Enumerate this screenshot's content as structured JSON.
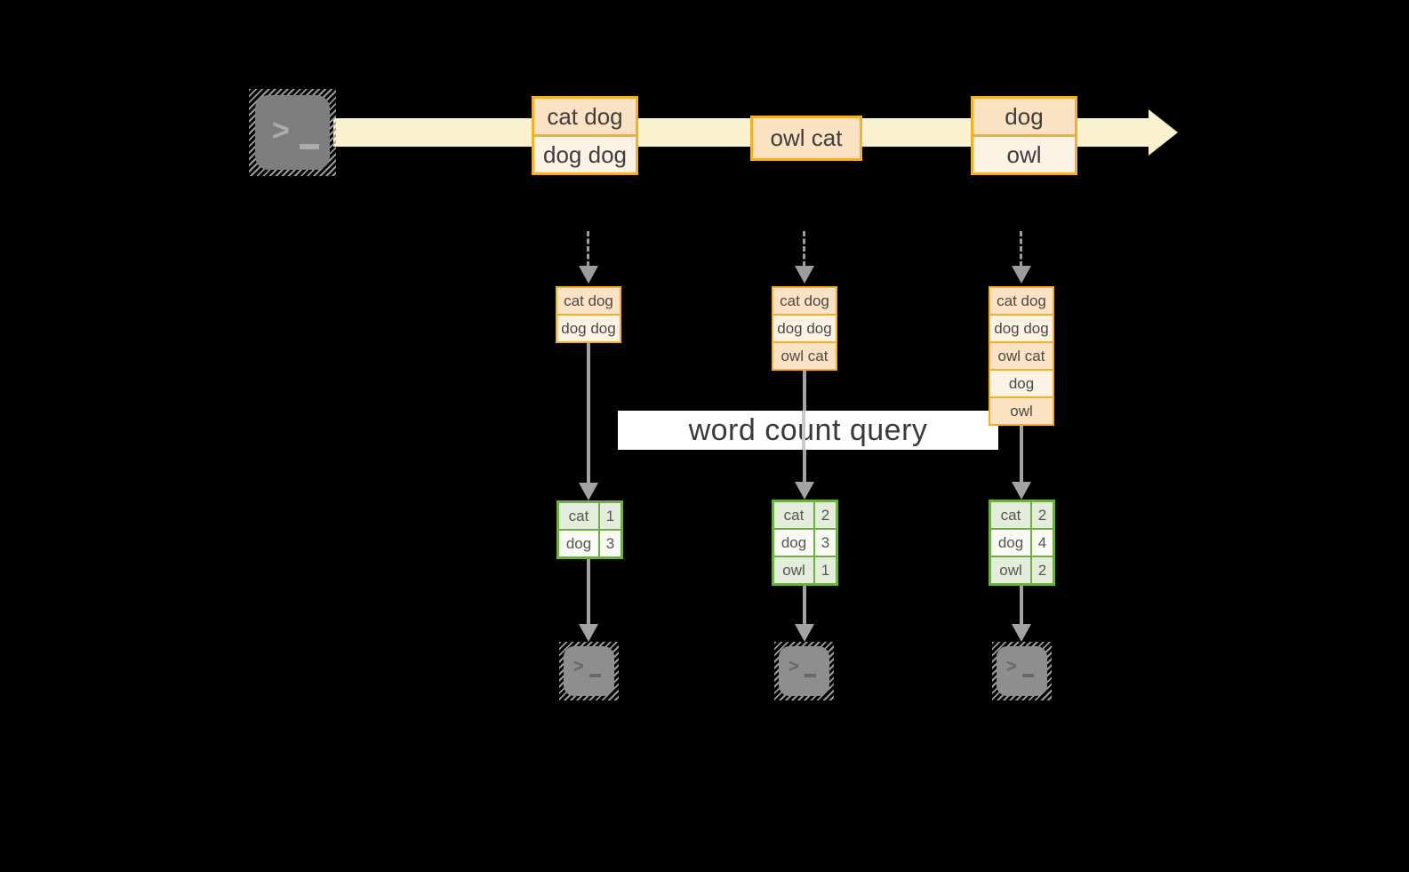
{
  "banner": {
    "label": "word count query"
  },
  "icons": {
    "prompt_chevron": ">"
  },
  "stream": {
    "events": [
      {
        "lines": [
          "cat dog",
          "dog dog"
        ]
      },
      {
        "lines": [
          "owl cat"
        ]
      },
      {
        "lines": [
          "dog",
          "owl"
        ]
      }
    ]
  },
  "columns": [
    {
      "stack": [
        "cat dog",
        "dog dog"
      ],
      "counts": [
        {
          "word": "cat",
          "count": "1"
        },
        {
          "word": "dog",
          "count": "3"
        }
      ]
    },
    {
      "stack": [
        "cat dog",
        "dog dog",
        "owl cat"
      ],
      "counts": [
        {
          "word": "cat",
          "count": "2"
        },
        {
          "word": "dog",
          "count": "3"
        },
        {
          "word": "owl",
          "count": "1"
        }
      ]
    },
    {
      "stack": [
        "cat dog",
        "dog dog",
        "owl cat",
        "dog",
        "owl"
      ],
      "counts": [
        {
          "word": "cat",
          "count": "2"
        },
        {
          "word": "dog",
          "count": "4"
        },
        {
          "word": "owl",
          "count": "2"
        }
      ]
    }
  ],
  "colors": {
    "accent_orange": "#F2B02A",
    "stream_band": "#FAF1CE",
    "cell_peach": "#FAE2C3",
    "cell_cream": "#FDF3E5",
    "table_green": "#70AD47",
    "arrow_gray": "#A3A3A3"
  }
}
